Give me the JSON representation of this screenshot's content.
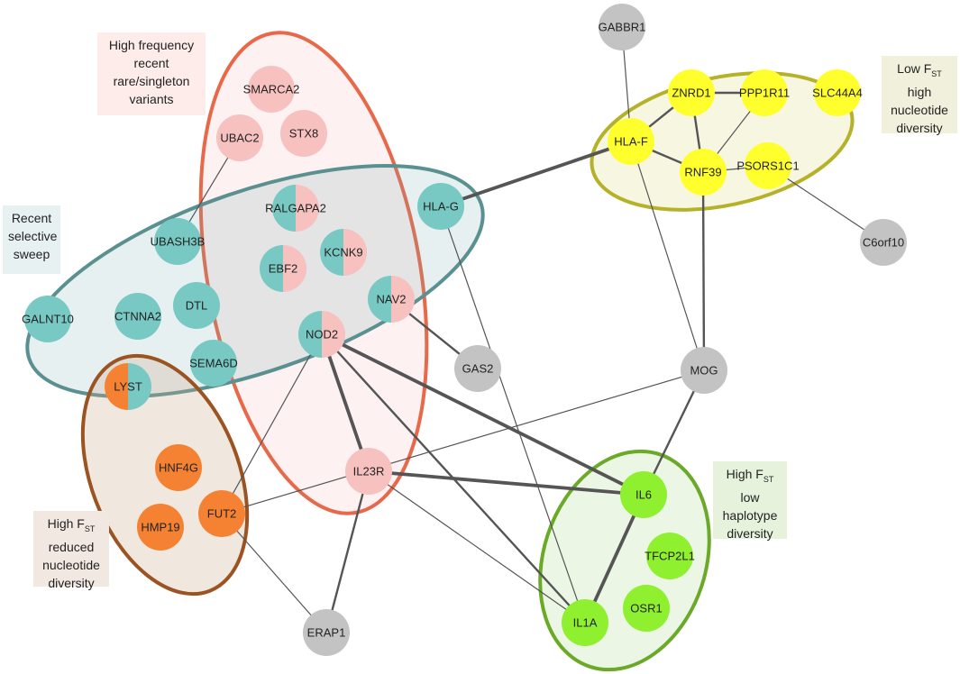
{
  "colors": {
    "red_group": "#e8684a",
    "teal_group": "#5b9090",
    "brown_group": "#9b5322",
    "yellow_group": "#b5b22a",
    "green_group": "#6aaa28",
    "pink_node": "#f6c1bf",
    "teal_node": "#78c9c3",
    "orange_node": "#f58232",
    "yellow_node": "#ffff2e",
    "green_node": "#8ef02e",
    "grey_node": "#c3c3c3",
    "edge": "#555555"
  },
  "groups": [
    {
      "id": "rare-variants",
      "color": "red_group",
      "fill": "rgba(246,193,191,0.22)"
    },
    {
      "id": "selective-sweep",
      "color": "teal_group",
      "fill": "rgba(120,170,175,0.18)"
    },
    {
      "id": "reduced-nucleotide",
      "color": "brown_group",
      "fill": "rgba(200,170,140,0.28)"
    },
    {
      "id": "high-nucleotide",
      "color": "yellow_group",
      "fill": "rgba(230,230,170,0.35)"
    },
    {
      "id": "low-haplotype",
      "color": "green_group",
      "fill": "rgba(200,230,180,0.35)"
    }
  ],
  "nodes": [
    {
      "id": "SMARCA2",
      "label": "SMARCA2",
      "colors": [
        "pink_node"
      ]
    },
    {
      "id": "UBAC2",
      "label": "UBAC2",
      "colors": [
        "pink_node"
      ]
    },
    {
      "id": "STX8",
      "label": "STX8",
      "colors": [
        "pink_node"
      ]
    },
    {
      "id": "RALGAPA2",
      "label": "RALGAPA2",
      "colors": [
        "teal_node",
        "pink_node"
      ]
    },
    {
      "id": "EBF2",
      "label": "EBF2",
      "colors": [
        "teal_node",
        "pink_node"
      ]
    },
    {
      "id": "KCNK9",
      "label": "KCNK9",
      "colors": [
        "teal_node",
        "pink_node"
      ]
    },
    {
      "id": "NAV2",
      "label": "NAV2",
      "colors": [
        "teal_node",
        "pink_node"
      ]
    },
    {
      "id": "NOD2",
      "label": "NOD2",
      "colors": [
        "teal_node",
        "pink_node"
      ]
    },
    {
      "id": "UBASH3B",
      "label": "UBASH3B",
      "colors": [
        "teal_node"
      ]
    },
    {
      "id": "HLA-G",
      "label": "HLA-G",
      "colors": [
        "teal_node"
      ]
    },
    {
      "id": "GALNT10",
      "label": "GALNT10",
      "colors": [
        "teal_node"
      ]
    },
    {
      "id": "CTNNA2",
      "label": "CTNNA2",
      "colors": [
        "teal_node"
      ]
    },
    {
      "id": "DTL",
      "label": "DTL",
      "colors": [
        "teal_node"
      ]
    },
    {
      "id": "SEMA6D",
      "label": "SEMA6D",
      "colors": [
        "teal_node"
      ]
    },
    {
      "id": "LYST",
      "label": "LYST",
      "colors": [
        "orange_node",
        "teal_node"
      ]
    },
    {
      "id": "HNF4G",
      "label": "HNF4G",
      "colors": [
        "orange_node"
      ]
    },
    {
      "id": "HMP19",
      "label": "HMP19",
      "colors": [
        "orange_node"
      ]
    },
    {
      "id": "FUT2",
      "label": "FUT2",
      "colors": [
        "orange_node"
      ]
    },
    {
      "id": "IL23R",
      "label": "IL23R",
      "colors": [
        "pink_node"
      ]
    },
    {
      "id": "GABBR1",
      "label": "GABBR1",
      "colors": [
        "grey_node"
      ]
    },
    {
      "id": "ZNRD1",
      "label": "ZNRD1",
      "colors": [
        "yellow_node"
      ]
    },
    {
      "id": "PPP1R11",
      "label": "PPP1R11",
      "colors": [
        "yellow_node"
      ]
    },
    {
      "id": "SLC44A4",
      "label": "SLC44A4",
      "colors": [
        "yellow_node"
      ]
    },
    {
      "id": "HLA-F",
      "label": "HLA-F",
      "colors": [
        "yellow_node"
      ]
    },
    {
      "id": "RNF39",
      "label": "RNF39",
      "colors": [
        "yellow_node"
      ]
    },
    {
      "id": "PSORS1C1",
      "label": "PSORS1C1",
      "colors": [
        "yellow_node"
      ]
    },
    {
      "id": "C6orf10",
      "label": "C6orf10",
      "colors": [
        "grey_node"
      ]
    },
    {
      "id": "GAS2",
      "label": "GAS2",
      "colors": [
        "grey_node"
      ]
    },
    {
      "id": "MOG",
      "label": "MOG",
      "colors": [
        "grey_node"
      ]
    },
    {
      "id": "IL6",
      "label": "IL6",
      "colors": [
        "green_node"
      ]
    },
    {
      "id": "TFCP2L1",
      "label": "TFCP2L1",
      "colors": [
        "green_node"
      ]
    },
    {
      "id": "OSR1",
      "label": "OSR1",
      "colors": [
        "green_node"
      ]
    },
    {
      "id": "IL1A",
      "label": "IL1A",
      "colors": [
        "green_node"
      ]
    },
    {
      "id": "ERAP1",
      "label": "ERAP1",
      "colors": [
        "grey_node"
      ]
    }
  ],
  "edges": [
    {
      "from": "HLA-G",
      "to": "HLA-F",
      "weight": "thick"
    },
    {
      "from": "UBAC2",
      "to": "UBASH3B",
      "weight": "thin"
    },
    {
      "from": "NAV2",
      "to": "GAS2",
      "weight": "medium"
    },
    {
      "from": "NOD2",
      "to": "IL23R",
      "weight": "thick"
    },
    {
      "from": "NOD2",
      "to": "IL6",
      "weight": "thick"
    },
    {
      "from": "NOD2",
      "to": "IL1A",
      "weight": "medium"
    },
    {
      "from": "NOD2",
      "to": "FUT2",
      "weight": "thin"
    },
    {
      "from": "IL23R",
      "to": "IL6",
      "weight": "thick"
    },
    {
      "from": "IL23R",
      "to": "ERAP1",
      "weight": "medium"
    },
    {
      "from": "IL23R",
      "to": "IL1A",
      "weight": "thin"
    },
    {
      "from": "FUT2",
      "to": "MOG",
      "weight": "thin"
    },
    {
      "from": "FUT2",
      "to": "ERAP1",
      "weight": "thin"
    },
    {
      "from": "HLA-G",
      "to": "IL1A",
      "weight": "thin"
    },
    {
      "from": "GABBR1",
      "to": "HLA-F",
      "weight": "thin"
    },
    {
      "from": "HLA-F",
      "to": "ZNRD1",
      "weight": "medium"
    },
    {
      "from": "HLA-F",
      "to": "RNF39",
      "weight": "medium"
    },
    {
      "from": "HLA-F",
      "to": "MOG",
      "weight": "thin"
    },
    {
      "from": "ZNRD1",
      "to": "PPP1R11",
      "weight": "medium"
    },
    {
      "from": "ZNRD1",
      "to": "RNF39",
      "weight": "medium"
    },
    {
      "from": "PPP1R11",
      "to": "RNF39",
      "weight": "thin"
    },
    {
      "from": "RNF39",
      "to": "PSORS1C1",
      "weight": "thin"
    },
    {
      "from": "RNF39",
      "to": "MOG",
      "weight": "medium"
    },
    {
      "from": "PSORS1C1",
      "to": "C6orf10",
      "weight": "thin"
    },
    {
      "from": "MOG",
      "to": "IL6",
      "weight": "medium"
    },
    {
      "from": "IL6",
      "to": "IL1A",
      "weight": "thick"
    }
  ],
  "annotations": {
    "rare_variants": {
      "line1": "High frequency",
      "line2": "recent",
      "line3": "rare/singleton",
      "line4": "variants"
    },
    "selective_sweep": {
      "line1": "Recent",
      "line2": "selective",
      "line3": "sweep"
    },
    "reduced_nucleotide": {
      "line1": "High F",
      "line1_sub": "ST",
      "line2": "reduced",
      "line3": "nucleotide",
      "line4": "diversity"
    },
    "high_nucleotide": {
      "line1": "Low F",
      "line1_sub": "ST",
      "line2": "high",
      "line3": "nucleotide",
      "line4": "diversity"
    },
    "low_haplotype": {
      "line1": "High F",
      "line1_sub": "ST",
      "line2": "low",
      "line3": "haplotype",
      "line4": "diversity"
    }
  }
}
